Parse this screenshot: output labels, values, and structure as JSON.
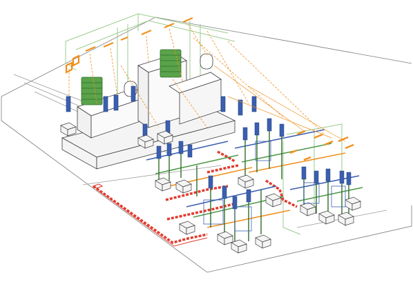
{
  "diagram": {
    "type": "isometric-3d-substation-layout",
    "colors": {
      "background": "#ffffff",
      "outline": "#3a3a3a",
      "grid_line": "#8a8a8a",
      "busbar_orange": "#f0901e",
      "ground_green": "#9acb8c",
      "insulator_blue": "#3b5fb0",
      "support_green": "#4f9a4a",
      "cable_trench_red": "#e23b2e",
      "foundation_grey": "#f2f2f2"
    },
    "components": {
      "transformers": 2,
      "cable_trench": 1,
      "equipment_bays": 8
    }
  }
}
